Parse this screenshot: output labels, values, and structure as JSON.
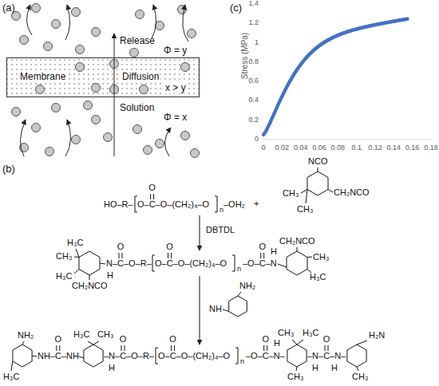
{
  "diagram": {
    "nodes": [
      {
        "text": [
          "Membrane",
          "Diffusion",
          "x > y"
        ]
      }
    ],
    "labels": [
      "(a)",
      "Release",
      "Φ = y",
      "Solution",
      "Φ = x",
      "(b)",
      "(c)",
      "Stress (MPa)",
      "0",
      "0.2",
      "0.4",
      "0.6",
      "0.8",
      "1",
      "1.2",
      "1.4",
      "0",
      "0.02",
      "0.04",
      "0.06",
      "0.08",
      "0.1",
      "0.12",
      "0.14",
      "0.16",
      "0.18",
      "HO–R–",
      "O–C–O–(CH₂)₄–O",
      "n",
      "–OH₂",
      "O",
      "+",
      "NCO",
      "CH₃",
      "CH₃",
      "CH₂NCO",
      "DBTDL",
      "H₃C",
      "CH₃",
      "H₃C",
      "CH₂NCO",
      "N–C–O–R–",
      "H",
      "O",
      "O–C–O–(CH₂)₄–O",
      "O",
      "n",
      "–O–C–N",
      "O",
      "H",
      "CH₂NCO",
      "CH₃",
      "H₃C",
      "NH₂",
      "NH",
      "NH₂",
      "H₃C",
      "NH–C–NH",
      "O",
      "H₃C",
      "CH₃",
      "–N–C–O–R–",
      "H",
      "O",
      "O–C–O–(CH₂)₄–O",
      "O",
      "n",
      "–O–C–N–",
      "O",
      "H",
      "CH₃",
      "H₃C",
      "CH₃",
      "–N–C–N–",
      "O",
      "H",
      "H",
      "CH₃",
      "H₂N"
    ]
  }
}
